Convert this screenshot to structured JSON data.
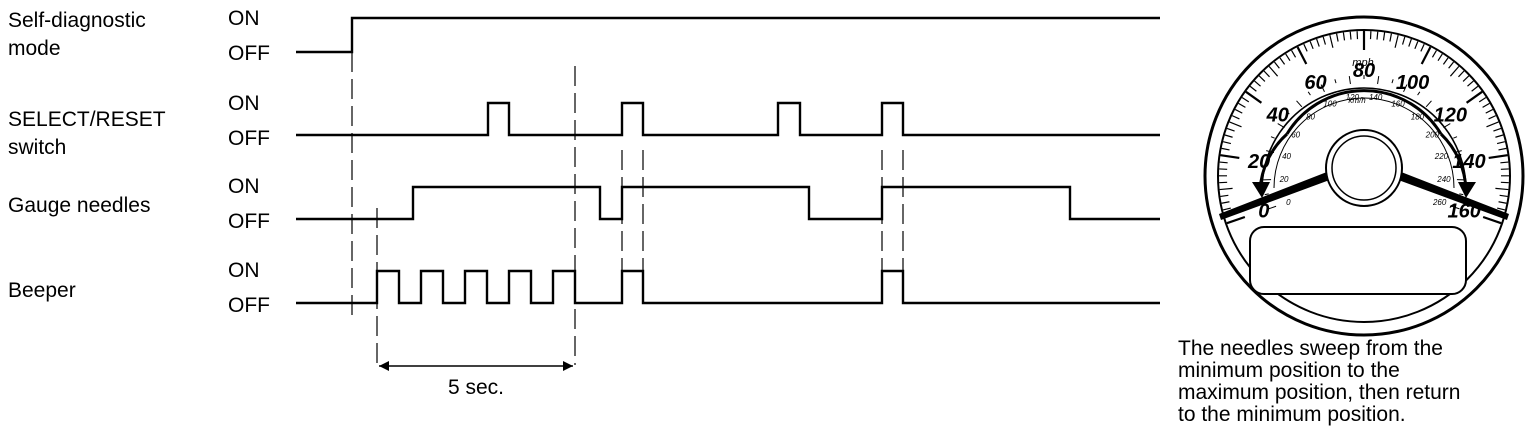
{
  "signals": [
    {
      "name_lines": [
        "Self-diagnostic",
        "mode"
      ],
      "on_label": "ON",
      "off_label": "OFF"
    },
    {
      "name_lines": [
        "SELECT/RESET",
        "switch"
      ],
      "on_label": "ON",
      "off_label": "OFF"
    },
    {
      "name_lines": [
        "Gauge needles"
      ],
      "on_label": "ON",
      "off_label": "OFF"
    },
    {
      "name_lines": [
        "Beeper"
      ],
      "on_label": "ON",
      "off_label": "OFF"
    }
  ],
  "interval_label": "5 sec.",
  "gauge": {
    "outer_scale": [
      "0",
      "20",
      "40",
      "60",
      "80",
      "100",
      "120",
      "140",
      "160"
    ],
    "outer_unit": "mph",
    "inner_scale": [
      "0",
      "20",
      "40",
      "60",
      "80",
      "100",
      "120",
      "140",
      "160",
      "180",
      "200",
      "220",
      "240",
      "260"
    ],
    "inner_unit": "km/h"
  },
  "caption": [
    "The needles sweep from the",
    "minimum position to the",
    "maximum position, then return",
    "to the minimum position."
  ]
}
